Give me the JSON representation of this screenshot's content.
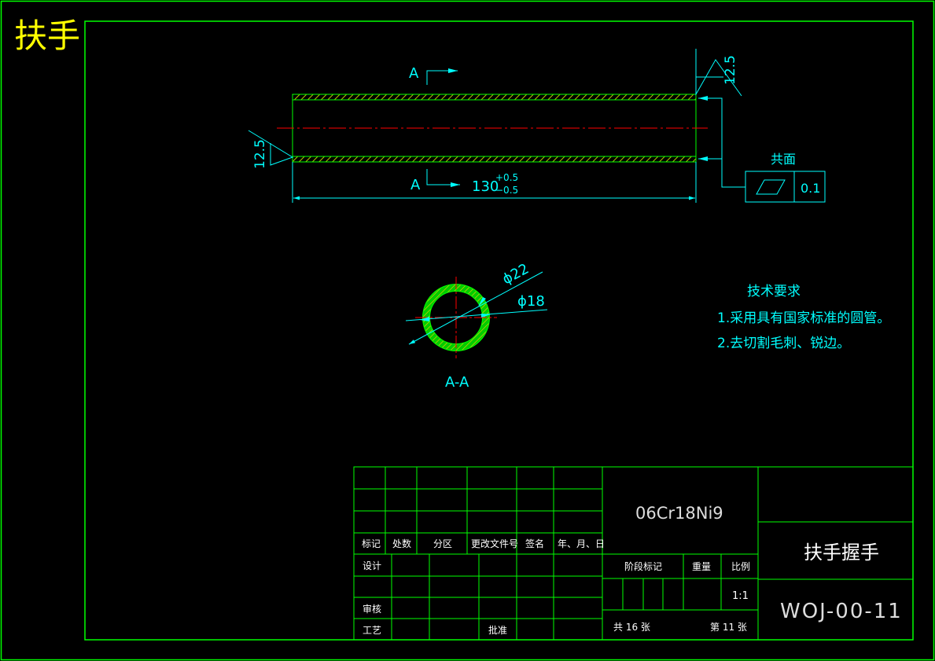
{
  "title": "扶手",
  "section_label": "A",
  "section_caption": "A-A",
  "dims": {
    "length": "130",
    "tol_upper": "+0.5",
    "tol_lower": "−0.5",
    "roughness_left": "12.5",
    "roughness_right": "12.5",
    "outer_diameter": "ϕ22",
    "inner_diameter": "ϕ18"
  },
  "gdt": {
    "label": "共面",
    "tolerance": "0.1"
  },
  "tech_req": {
    "title": "技术要求",
    "items": [
      "1.采用具有国家标准的圆管。",
      "2.去切割毛刺、锐边。"
    ]
  },
  "title_block": {
    "headers": [
      "标记",
      "处数",
      "分区",
      "更改文件号",
      "签名",
      "年、月、日"
    ],
    "design": "设计",
    "review": "审核",
    "process": "工艺",
    "approve": "批准",
    "material": "06Cr18Ni9",
    "stage_mark": "阶段标记",
    "weight": "重量",
    "scale_label": "比例",
    "scale": "1:1",
    "total_sheets": "共 16 张",
    "sheet_no": "第 11 张",
    "part_name": "扶手握手",
    "drawing_no": "WOJ-00-11"
  },
  "colors": {
    "frame": "#00ff00",
    "dimension": "#00ffff",
    "centerline": "#ff0000",
    "hatch": "#c8c800",
    "title": "#ffff00"
  }
}
